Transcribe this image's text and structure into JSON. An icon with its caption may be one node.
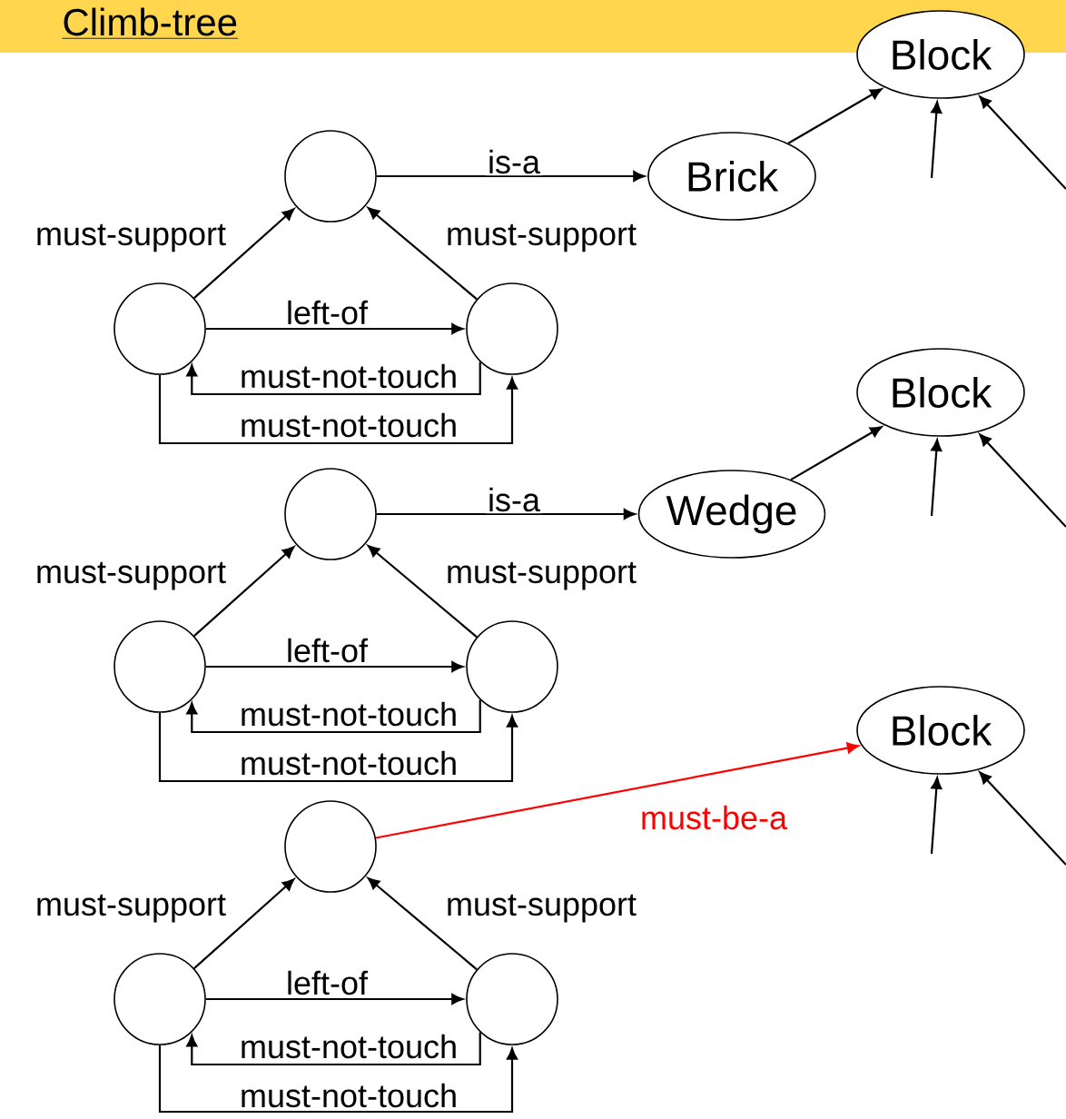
{
  "diagram": {
    "title": "Climb-tree",
    "nodes": [
      {
        "text": [
          "Block"
        ]
      },
      {
        "text": [],
        "shape": "circle"
      },
      {
        "text": [
          "Brick"
        ]
      },
      {
        "text": [],
        "shape": "circle"
      },
      {
        "text": [],
        "shape": "circle"
      },
      {
        "text": [
          "Block"
        ]
      },
      {
        "text": [],
        "shape": "circle"
      },
      {
        "text": [
          "Wedge"
        ]
      },
      {
        "text": [],
        "shape": "circle"
      },
      {
        "text": [],
        "shape": "circle"
      },
      {
        "text": [
          "Block"
        ]
      },
      {
        "text": [],
        "shape": "circle"
      },
      {
        "text": [],
        "shape": "circle"
      },
      {
        "text": [],
        "shape": "circle"
      }
    ],
    "edges": [
      {
        "from": 1,
        "to": 2,
        "arrow": "to",
        "label": "is-a"
      },
      {
        "from": 3,
        "to": 1,
        "arrow": "to",
        "label": "must-support"
      },
      {
        "from": 4,
        "to": 1,
        "arrow": "to",
        "label": "must-support"
      },
      {
        "from": 3,
        "to": 4,
        "arrow": "to",
        "label": "left-of"
      },
      {
        "from": 4,
        "to": 3,
        "arrow": "to",
        "label": "must-not-touch"
      },
      {
        "from": 3,
        "to": 4,
        "arrow": "to",
        "label": "must-not-touch"
      },
      {
        "from": 2,
        "to": 0,
        "arrow": "to"
      },
      {
        "from": null,
        "to": 0,
        "arrow": "to"
      },
      {
        "from": null,
        "to": 0,
        "arrow": "to"
      },
      {
        "from": 6,
        "to": 7,
        "arrow": "to",
        "label": "is-a"
      },
      {
        "from": 8,
        "to": 6,
        "arrow": "to",
        "label": "must-support"
      },
      {
        "from": 9,
        "to": 6,
        "arrow": "to",
        "label": "must-support"
      },
      {
        "from": 8,
        "to": 9,
        "arrow": "to",
        "label": "left-of"
      },
      {
        "from": 9,
        "to": 8,
        "arrow": "to",
        "label": "must-not-touch"
      },
      {
        "from": 8,
        "to": 9,
        "arrow": "to",
        "label": "must-not-touch"
      },
      {
        "from": 7,
        "to": 5,
        "arrow": "to"
      },
      {
        "from": null,
        "to": 5,
        "arrow": "to"
      },
      {
        "from": null,
        "to": 5,
        "arrow": "to"
      },
      {
        "from": 11,
        "to": 10,
        "arrow": "to",
        "label": "must-be-a",
        "color": "#ff0000"
      },
      {
        "from": 12,
        "to": 11,
        "arrow": "to",
        "label": "must-support"
      },
      {
        "from": 13,
        "to": 11,
        "arrow": "to",
        "label": "must-support"
      },
      {
        "from": 12,
        "to": 13,
        "arrow": "to",
        "label": "left-of"
      },
      {
        "from": 13,
        "to": 12,
        "arrow": "to",
        "label": "must-not-touch"
      },
      {
        "from": 12,
        "to": 13,
        "arrow": "to",
        "label": "must-not-touch"
      },
      {
        "from": null,
        "to": 10,
        "arrow": "to"
      },
      {
        "from": null,
        "to": 10,
        "arrow": "to"
      }
    ]
  }
}
